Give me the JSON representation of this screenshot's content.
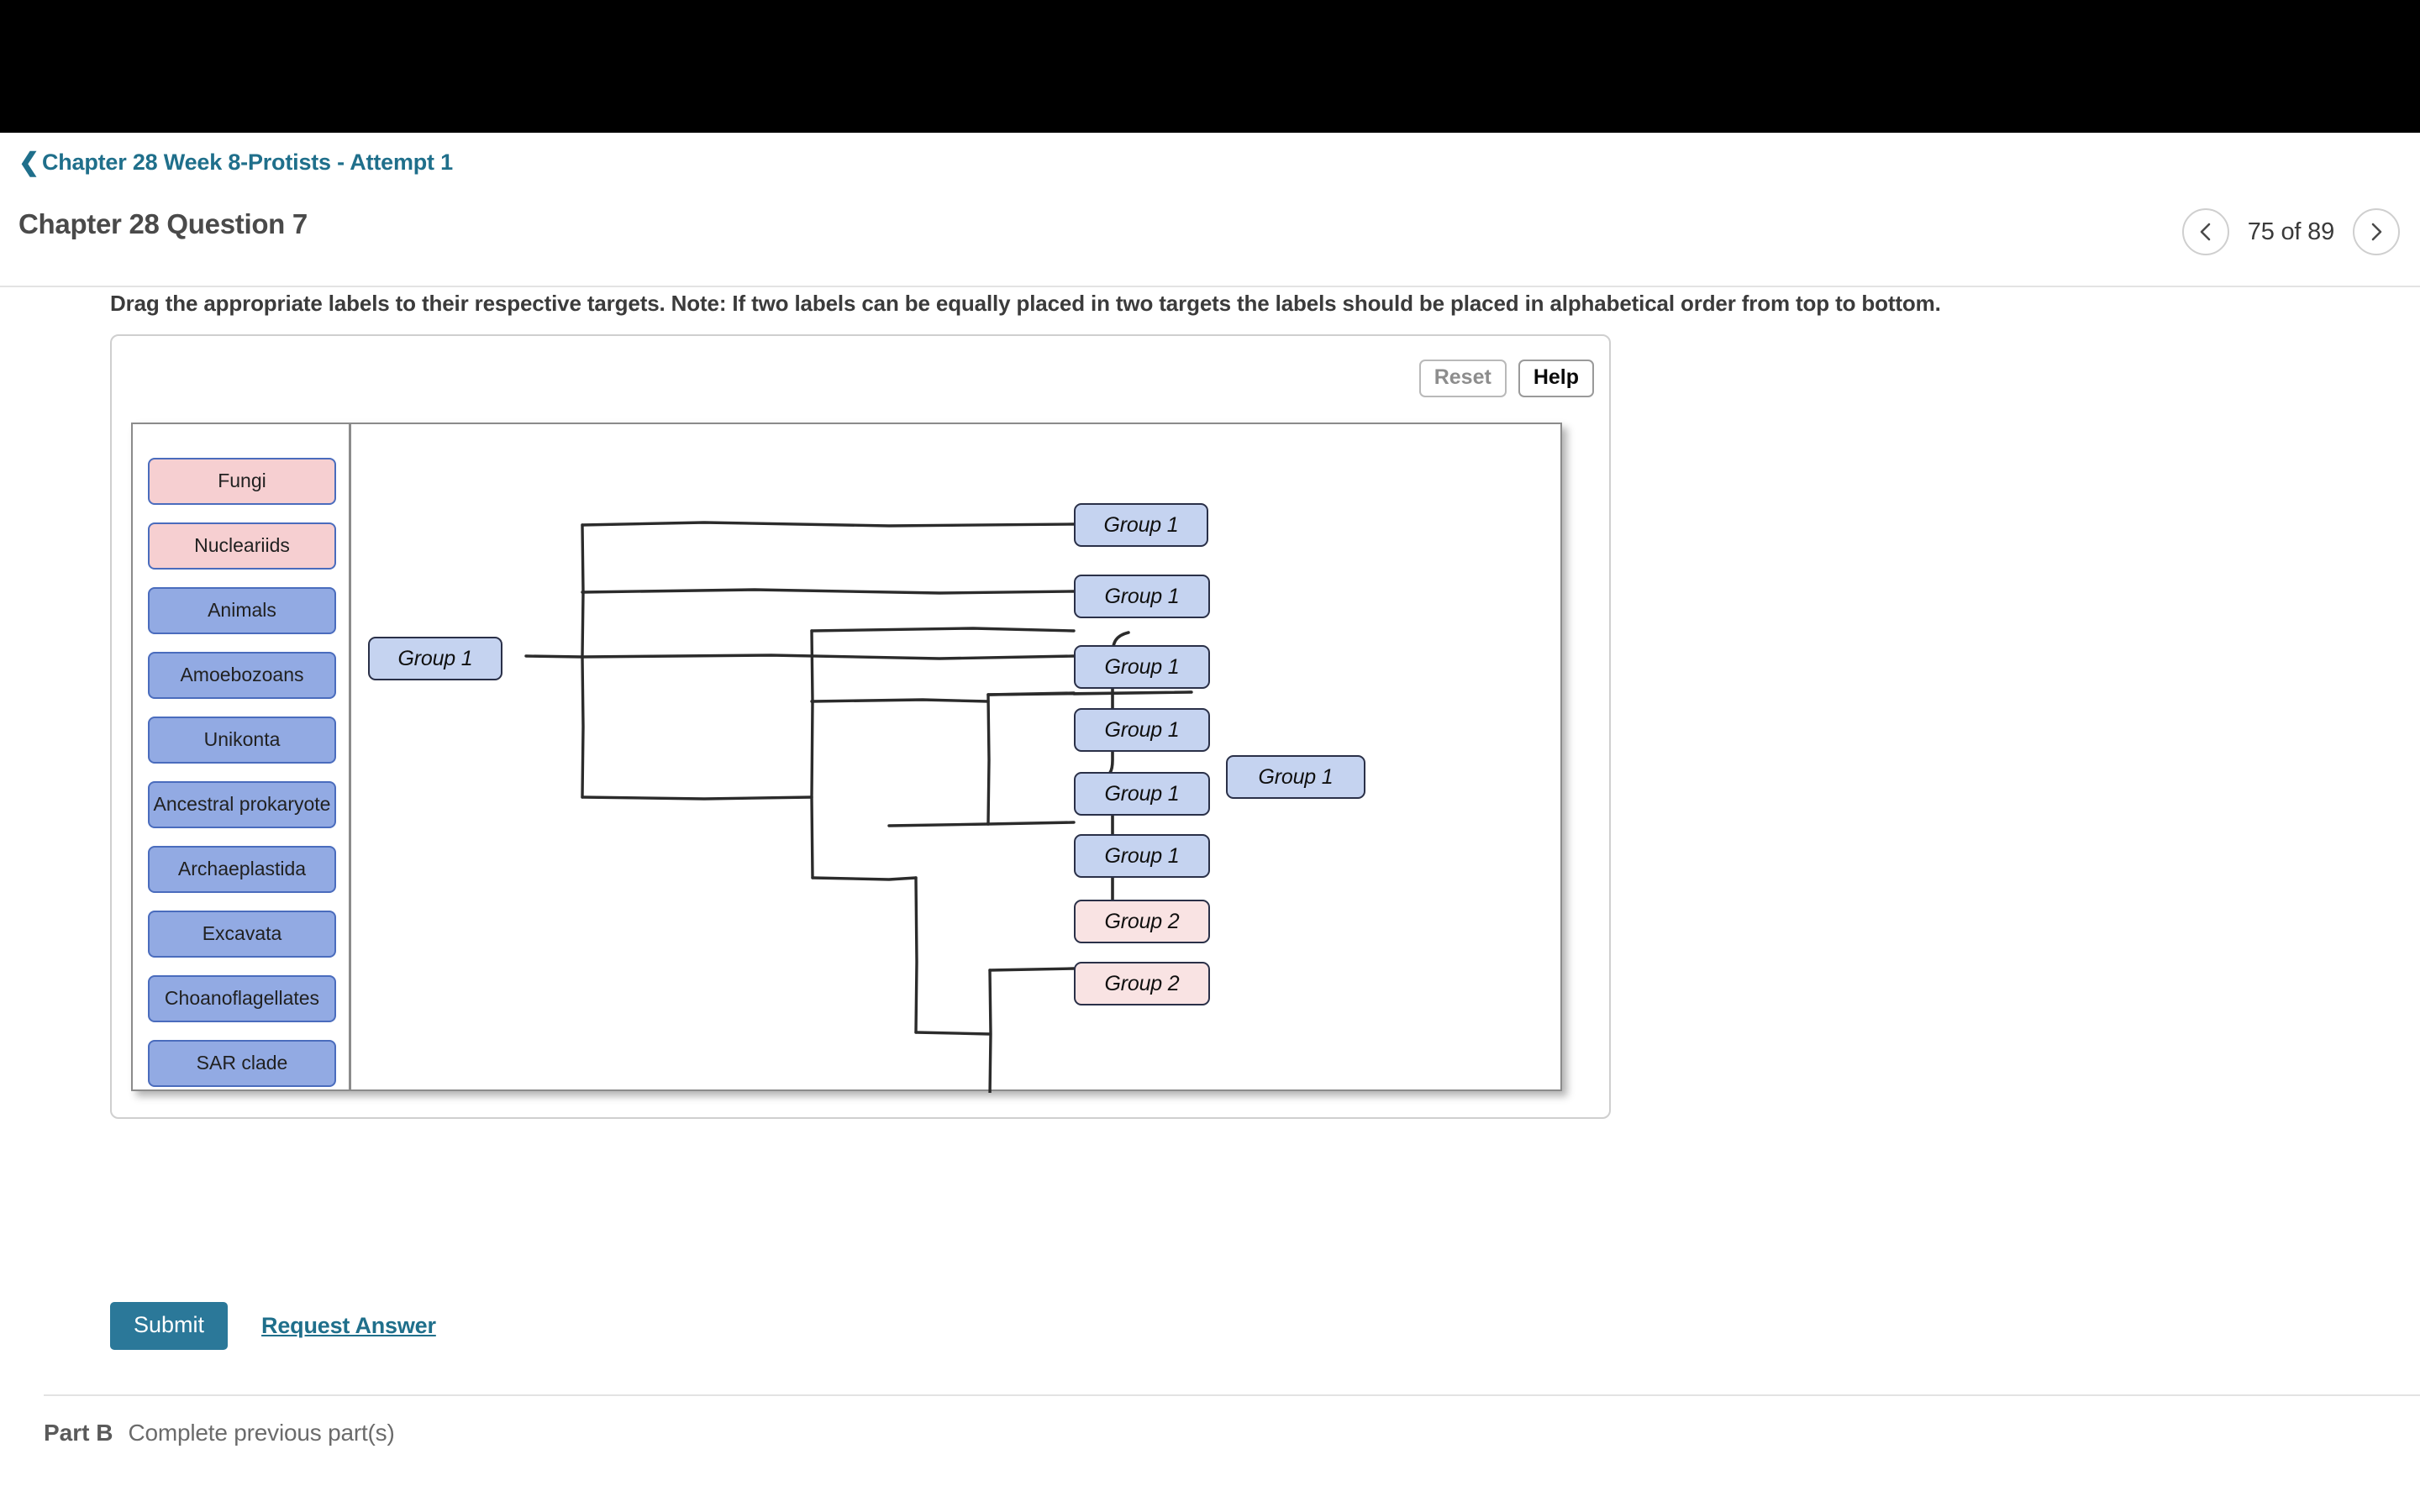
{
  "window": {
    "topbar_color": "#000000"
  },
  "breadcrumb": {
    "chevron_icon": "chevron-left-icon",
    "label": "Chapter 28 Week 8-Protists - Attempt 1"
  },
  "header": {
    "title": "Chapter 28 Question 7",
    "pager": {
      "prev_icon": "chevron-left-icon",
      "next_icon": "chevron-right-icon",
      "count_text": "75 of 89",
      "current": 75,
      "total": 89
    }
  },
  "instruction": "Drag the appropriate labels to their respective targets. Note: If two labels can be equally placed in two targets the labels should be placed in alphabetical order from top to bottom.",
  "panel": {
    "reset_label": "Reset",
    "help_label": "Help"
  },
  "label_bank": {
    "items": [
      {
        "label": "Fungi",
        "color": "pink"
      },
      {
        "label": "Nucleariids",
        "color": "pink"
      },
      {
        "label": "Animals",
        "color": "blue"
      },
      {
        "label": "Amoebozoans",
        "color": "blue"
      },
      {
        "label": "Unikonta",
        "color": "blue"
      },
      {
        "label": "Ancestral prokaryote",
        "color": "blue"
      },
      {
        "label": "Archaeplastida",
        "color": "blue"
      },
      {
        "label": "Excavata",
        "color": "blue"
      },
      {
        "label": "Choanoflagellates",
        "color": "blue"
      },
      {
        "label": "SAR clade",
        "color": "blue"
      }
    ]
  },
  "targets": [
    {
      "id": "root",
      "label": "Group 1",
      "color": "blue"
    },
    {
      "id": "tip-1",
      "label": "Group 1",
      "color": "blue"
    },
    {
      "id": "tip-2",
      "label": "Group 1",
      "color": "blue"
    },
    {
      "id": "tip-3",
      "label": "Group 1",
      "color": "blue"
    },
    {
      "id": "tip-4",
      "label": "Group 1",
      "color": "blue"
    },
    {
      "id": "tip-5",
      "label": "Group 1",
      "color": "blue"
    },
    {
      "id": "tip-6",
      "label": "Group 1",
      "color": "blue"
    },
    {
      "id": "tip-7",
      "label": "Group 2",
      "color": "pink"
    },
    {
      "id": "tip-8",
      "label": "Group 2",
      "color": "pink"
    },
    {
      "id": "brace",
      "label": "Group 1",
      "color": "blue"
    }
  ],
  "actions": {
    "submit_label": "Submit",
    "request_answer_label": "Request Answer"
  },
  "part_b": {
    "label": "Part B",
    "text": "Complete previous part(s)"
  },
  "colors": {
    "accent": "#2b7899",
    "link": "#1f6f8b",
    "pill_blue": "#92aae3",
    "pill_pink": "#f6cfd1",
    "target_blue": "#c5d3f0",
    "target_pink": "#f9e3e3",
    "pill_border": "#4a6cbd",
    "target_border": "#2a3048"
  }
}
